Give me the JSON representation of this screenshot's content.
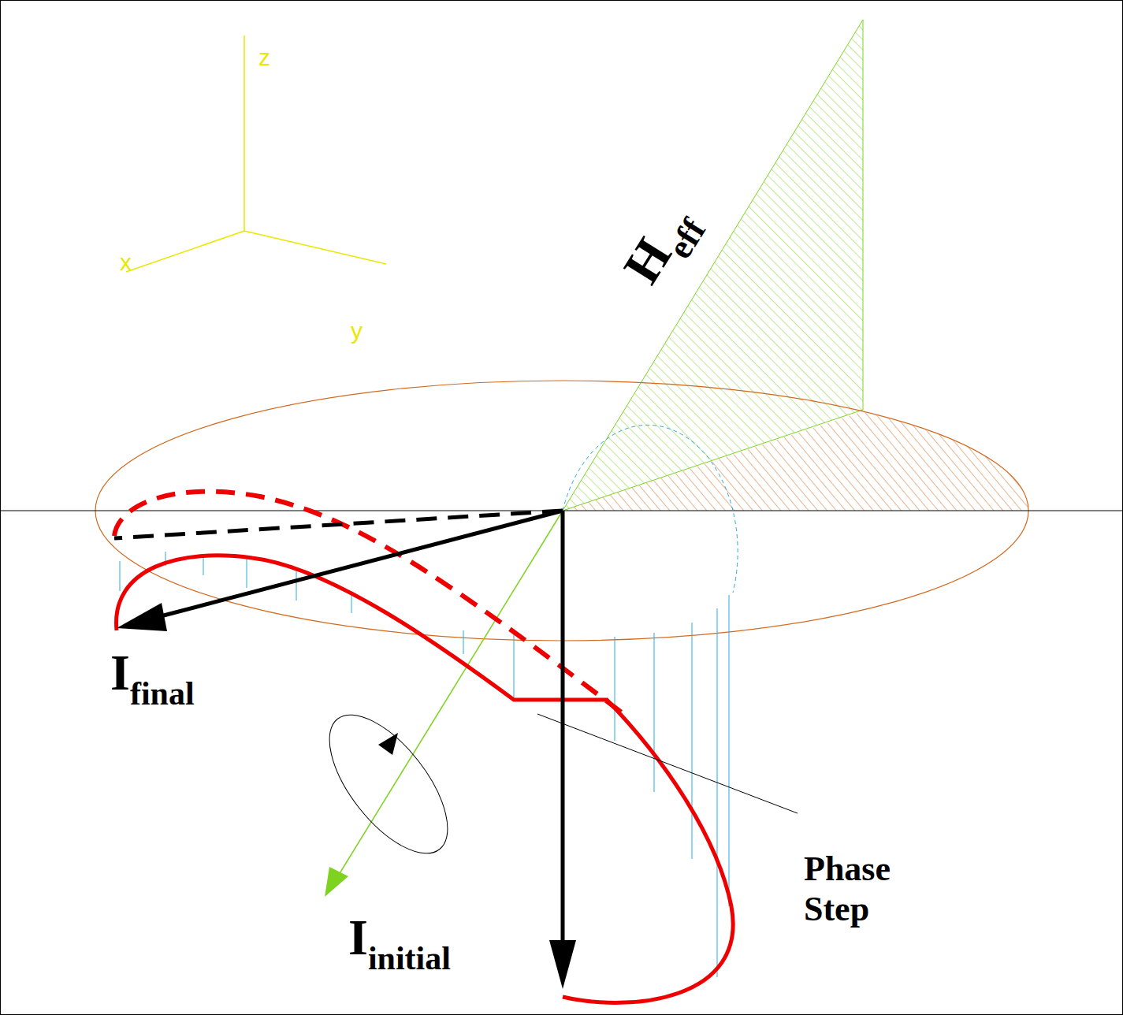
{
  "diagram": {
    "labels": [
      "z",
      "x",
      "y",
      "H",
      "eff",
      "I",
      "final",
      "I",
      "initial",
      "Phase Step"
    ]
  }
}
